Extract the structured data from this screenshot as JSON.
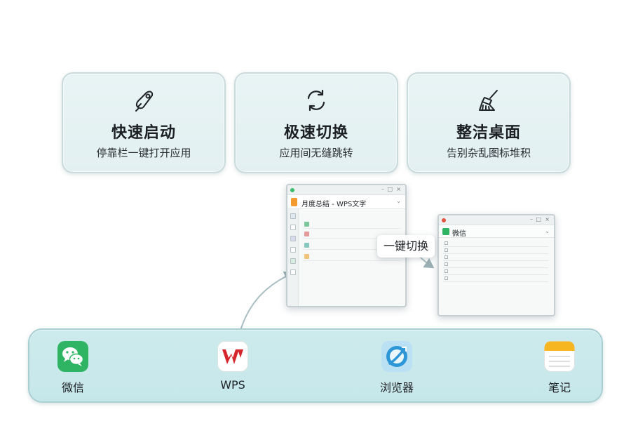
{
  "features": [
    {
      "title": "快速启动",
      "subtitle": "停靠栏一键打开应用",
      "icon": "rocket-icon"
    },
    {
      "title": "极速切换",
      "subtitle": "应用间无缝跳转",
      "icon": "refresh-icon"
    },
    {
      "title": "整洁桌面",
      "subtitle": "告别杂乱图标堆积",
      "icon": "broom-icon"
    }
  ],
  "wps_window": {
    "doc_title": "月度总结 - WPS文字"
  },
  "wechat_window": {
    "title": "微信"
  },
  "switch_label": "一键切换",
  "dock": {
    "items": [
      {
        "label": "微信",
        "icon": "wechat-icon"
      },
      {
        "label": "WPS",
        "icon": "wps-icon"
      },
      {
        "label": "浏览器",
        "icon": "browser-icon"
      },
      {
        "label": "笔记",
        "icon": "notes-icon"
      }
    ]
  },
  "colors": {
    "wechat_green": "#2fb464",
    "wps_red": "#d7262b",
    "browser_blue": "#2d96d6",
    "notes_yellow": "#f5b622",
    "card_bg": "#e6f2f3",
    "dock_bg": "#c9e9ec"
  }
}
